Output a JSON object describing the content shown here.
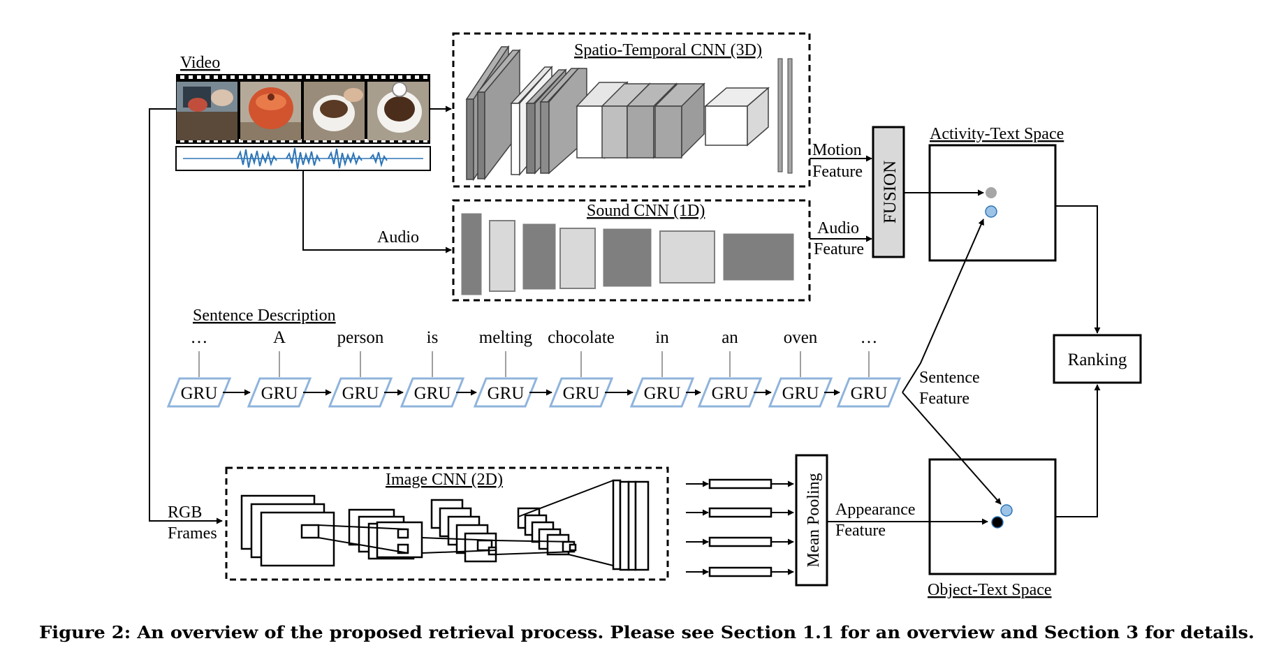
{
  "labels": {
    "video": "Video",
    "audio": "Audio",
    "rgb": "RGB",
    "frames": "Frames",
    "spatio_temporal_cnn": "Spatio-Temporal CNN (3D)",
    "sound_cnn": "Sound CNN (1D)",
    "image_cnn": "Image CNN (2D)",
    "motion": "Motion",
    "motion_feature": "Feature",
    "audio_feat": "Audio",
    "audio_feature": "Feature",
    "fusion": "FUSION",
    "activity_text_space": "Activity-Text Space",
    "object_text_space": "Object-Text Space",
    "ranking": "Ranking",
    "sentence_description": "Sentence Description",
    "sentence": "Sentence",
    "sentence_feature": "Feature",
    "mean_pooling": "Mean Pooling",
    "appearance": "Appearance",
    "appearance_feature": "Feature"
  },
  "sentence_words": [
    "…",
    "A",
    "person",
    "is",
    "melting",
    "chocolate",
    "in",
    "an",
    "oven",
    "…"
  ],
  "gru_label": "GRU",
  "caption": "Figure 2: An overview of the proposed retrieval process. Please see Section 1.1 for an overview and Section 3 for details.",
  "colors": {
    "gru_border": "#8fb4dc",
    "fusion_fill": "#d9d9d9",
    "dot_gray": "#a6a6a6",
    "dot_blue": "#9dc3e6",
    "dot_black": "#000000",
    "waveform": "#2e75b6"
  }
}
